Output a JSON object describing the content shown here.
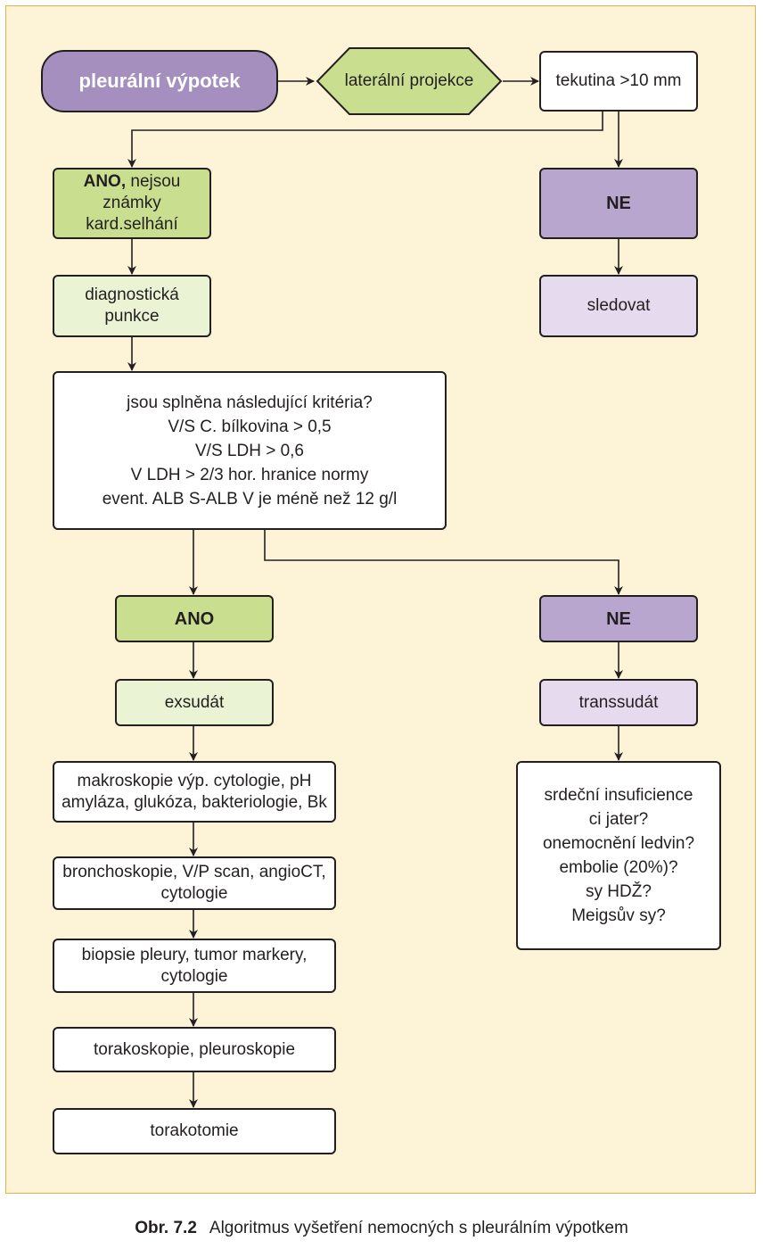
{
  "nodes": {
    "start": "pleurální výpotek",
    "lateral": "laterální projekce",
    "fluid": "tekutina >10 mm",
    "yes_prefix": "ANO,",
    "yes_rest": " nejsou\nznámky kard.selhání",
    "no_top": "NE",
    "observe": "sledovat",
    "puncture": "diagnostická\npunkce",
    "criteria": "jsou splněna následující kritéria?\nV/S C. bílkovina > 0,5\nV/S LDH > 0,6\nV LDH > 2/3 hor. hranice normy\nevent. ALB S-ALB V je méně než 12 g/l",
    "ano": "ANO",
    "ne": "NE",
    "exudate": "exsudát",
    "transudate": "transsudát",
    "macroscopy": "makroskopie výp. cytologie, pH\namyláza, glukóza, bakteriologie, Bk",
    "bronchoscopy": "bronchoskopie, V/P scan, angioCT,\ncytologie",
    "biopsy": "biopsie pleury, tumor markery,\ncytologie",
    "thoracoscopy": "torakoskopie, pleuroskopie",
    "thoracotomy": "torakotomie",
    "causes": "srdeční insuficience\nci jater?\nonemocnění ledvin?\nembolie (20%)?\nsy HDŽ?\nMeigsův sy?"
  },
  "caption": {
    "number": "Obr. 7.2",
    "text": "Algoritmus vyšetření nemocných s pleurálním výpotkem"
  },
  "colors": {
    "green": "#c9df8f",
    "light_green": "#eaf4d4",
    "purple": "#b9a6cf",
    "light_purple": "#e6daee",
    "start_purple": "#a58fbf",
    "panel": "#fdf4d8",
    "border": "#e7b24a"
  }
}
